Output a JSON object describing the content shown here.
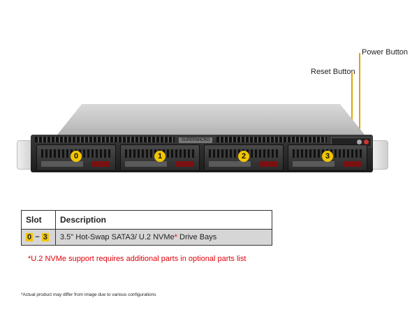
{
  "callouts": {
    "power_button": "Power Button",
    "reset_button": "Reset Button"
  },
  "chassis": {
    "logo_text": "SUPERMICRO",
    "bays": [
      "0",
      "1",
      "2",
      "3"
    ]
  },
  "table": {
    "headers": [
      "Slot",
      "Description"
    ],
    "rows": [
      {
        "slot_start": "0",
        "slot_sep": "~",
        "slot_end": "3",
        "description": "3.5\" Hot-Swap SATA3/ U.2 NVMe",
        "asterisk": "*",
        "description_suffix": " Drive Bays"
      }
    ]
  },
  "notes": {
    "nvme_note": "*U.2 NVMe  support requires additional parts in optional parts list",
    "footnote": "*Actual product may differ from image due to various configurations"
  },
  "colors": {
    "accent_yellow": "#f2c500",
    "callout_line": "#e0a400",
    "note_red": "#e0000a",
    "row_gray": "#d6d6d6"
  }
}
